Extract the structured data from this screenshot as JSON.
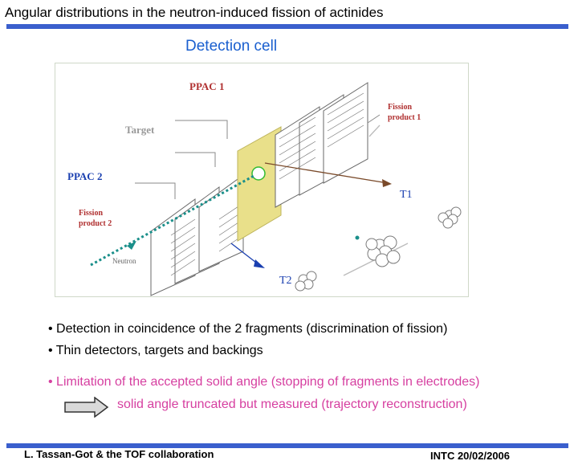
{
  "slide": {
    "title": "Angular distributions in the neutron-induced fission of actinides",
    "subtitle": "Detection cell"
  },
  "figure": {
    "labels": {
      "ppac1": "PPAC 1",
      "ppac2": "PPAC 2",
      "target": "Target",
      "fission_product_1_line1": "Fission",
      "fission_product_1_line2": "product 1",
      "fission_product_2_line1": "Fission",
      "fission_product_2_line2": "product 2",
      "t1": "T1",
      "t2": "T2",
      "neutron": "Neutron"
    },
    "colors": {
      "ppac": "#1a3fb0",
      "neutron_beam": "#1a8f8a",
      "fragment_1": "#7a4a2a",
      "fragment_2": "#1a3fb0",
      "target": "#e9e08a",
      "label_red": "#b03030"
    }
  },
  "bullets": {
    "items": [
      "• Detection in coincidence of the 2 fragments (discrimination of fission)",
      "• Thin detectors, targets and backings"
    ],
    "highlight": "• Limitation of the accepted solid angle (stopping of fragments in electrodes)",
    "consequence": "solid angle truncated but measured (trajectory reconstruction)"
  },
  "footer": {
    "left": "L. Tassan-Got & the TOF collaboration",
    "right": "INTC 20/02/2006"
  }
}
